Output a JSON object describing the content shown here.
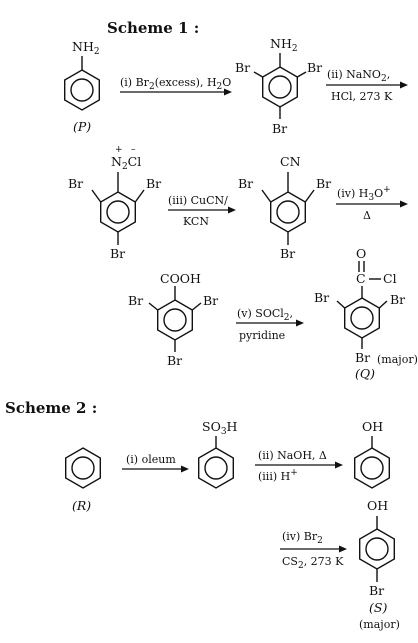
{
  "scheme1": {
    "title": "Scheme 1 :",
    "step1": {
      "start": "(i) Br",
      "sub": "2",
      "end": "(excess), H",
      "sub2": "2",
      "end2": "O"
    },
    "step2": {
      "top_start": "(ii) NaNO",
      "top_sub": "2",
      "top_end": ",",
      "bottom": "HCl, 273 K"
    },
    "step3": {
      "top": "(iii) CuCN/",
      "bottom": "KCN"
    },
    "step4": {
      "top_start": "(iv) H",
      "top_sub": "3",
      "top_end": "O",
      "top_sup": "+",
      "bottom": "Δ"
    },
    "step5": {
      "top_start": "(v) SOCl",
      "top_sub": "2",
      "top_end": ",",
      "bottom": "pyridine"
    },
    "compounds": {
      "P": {
        "group": "NH",
        "group_sub": "2",
        "label": "(P)"
      },
      "tribromoaniline": {
        "group": "NH",
        "group_sub": "2",
        "br_left": "Br",
        "br_right": "Br",
        "br_bottom": "Br"
      },
      "diazonium": {
        "charge_plus": "+",
        "charge_minus": "–",
        "group_n": "N",
        "group_sub": "2",
        "group_cl": "Cl",
        "br_left": "Br",
        "br_right": "Br",
        "br_bottom": "Br"
      },
      "nitrile": {
        "group": "CN",
        "br_left": "Br",
        "br_right": "Br",
        "br_bottom": "Br"
      },
      "acid": {
        "group": "COOH",
        "br_left": "Br",
        "br_right": "Br",
        "br_bottom": "Br"
      },
      "Q": {
        "o": "O",
        "c": "C",
        "cl": "Cl",
        "br_left": "Br",
        "br_right": "Br",
        "br_bottom": "Br",
        "label": "(Q)",
        "note": "(major)"
      }
    }
  },
  "scheme2": {
    "title": "Scheme 2 :",
    "step1": {
      "label": "(i) oleum"
    },
    "step2": {
      "top": "(ii) NaOH, Δ",
      "bottom_start": "(iii) H",
      "bottom_sup": "+"
    },
    "step3": {
      "top_start": "(iv) Br",
      "top_sub": "2",
      "bottom_start": "CS",
      "bottom_sub": "2",
      "bottom_end": ", 273 K"
    },
    "compounds": {
      "R": {
        "label": "(R)"
      },
      "sulfonic": {
        "group_start": "SO",
        "group_sub": "3",
        "group_end": "H"
      },
      "phenol": {
        "group": "OH"
      },
      "S": {
        "group": "OH",
        "br": "Br",
        "label": "(S)",
        "note": "(major)"
      }
    }
  }
}
